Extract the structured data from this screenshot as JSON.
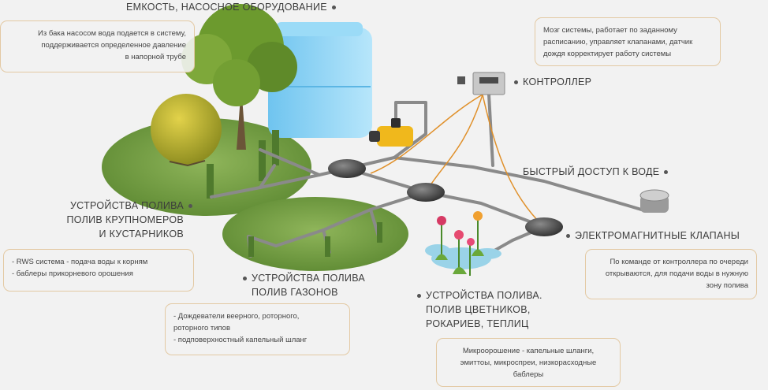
{
  "labels": {
    "tank": "ЕМКОСТЬ, НАСОСНОЕ ОБОРУДОВАНИЕ",
    "controller": "КОНТРОЛЛЕР",
    "quick_access": "БЫСТРЫЙ ДОСТУП К ВОДЕ",
    "valves": "ЭЛЕКТРОМАГНИТНЫЕ КЛАПАНЫ",
    "trees": [
      "УСТРОЙСТВА ПОЛИВА",
      "ПОЛИВ КРУПНОМЕРОВ",
      "И КУСТАРНИКОВ"
    ],
    "lawn": [
      "УСТРОЙСТВА ПОЛИВА",
      "ПОЛИВ ГАЗОНОВ"
    ],
    "flowers": [
      "УСТРОЙСТВА ПОЛИВА.",
      "ПОЛИВ ЦВЕТНИКОВ,",
      "РОКАРИЕВ, ТЕПЛИЦ"
    ]
  },
  "notes": {
    "tank": [
      "Из бака насосом вода подается в систему,",
      "поддерживается определенное давление",
      "в напорной трубе"
    ],
    "controller": [
      "Мозг системы, работает по заданному",
      "расписанию, управляет клапанами, датчик",
      "дождя корректирует работу системы"
    ],
    "trees": [
      "- RWS система - подача воды к корням",
      "- баблеры прикорневого орошения"
    ],
    "lawn": [
      "- Дождеватели веерного, роторного,",
      "роторного типов",
      "- подповерхностный капельный шланг"
    ],
    "valves": [
      "По команде от контроллера по очереди",
      "открываются, для подачи воды в нужную",
      "зону полива"
    ],
    "flowers": [
      "Микроорошение - капельные шланги,",
      "эмиттоы, микроспреи, низкорасходные",
      "баблеры"
    ]
  },
  "colors": {
    "background": "#f2f2f2",
    "grass": "#6f9a3e",
    "pipe": "#8a8a8a",
    "cable": "#e0902a",
    "tank": "#7fd0f5",
    "note_border": "#e3c9a3",
    "pump": "#f0b81c"
  },
  "icons": [
    "water-tank-icon",
    "pump-icon",
    "controller-box-icon",
    "valve-box-icon",
    "quick-coupler-icon",
    "tree-icon",
    "shrub-icon",
    "flower-icon"
  ]
}
